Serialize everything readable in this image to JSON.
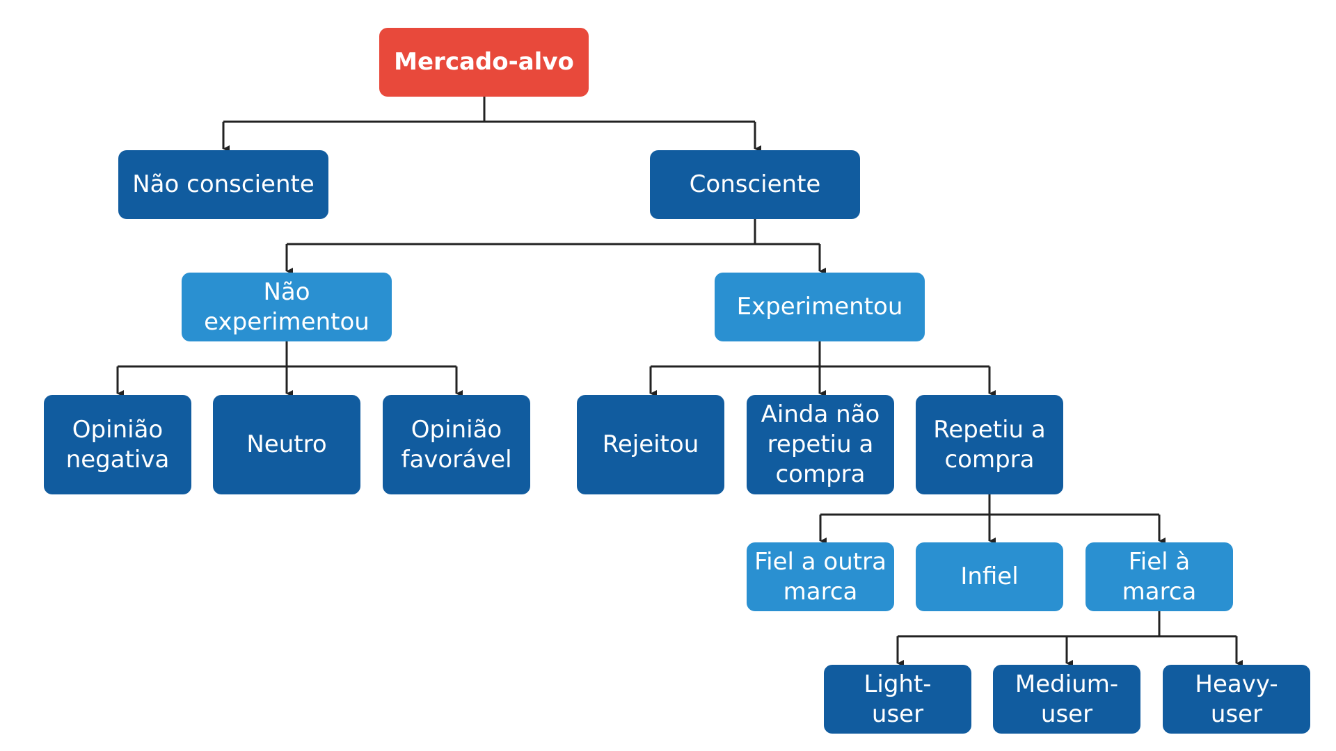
{
  "diagram": {
    "nodes": {
      "root": "Mercado-alvo",
      "nao_consciente": "Não consciente",
      "consciente": "Consciente",
      "nao_experimentou": [
        "Não",
        "experimentou"
      ],
      "experimentou": "Experimentou",
      "opiniao_negativa": [
        "Opinião",
        "negativa"
      ],
      "neutro": "Neutro",
      "opiniao_favoravel": [
        "Opinião",
        "favorável"
      ],
      "rejeitou": "Rejeitou",
      "ainda_nao_repetiu": [
        "Ainda não",
        "repetiu a",
        "compra"
      ],
      "repetiu_a_compra": [
        "Repetiu a",
        "compra"
      ],
      "fiel_a_outra_marca": [
        "Fiel a outra",
        "marca"
      ],
      "infiel": "Infiel",
      "fiel_a_marca": [
        "Fiel à",
        "marca"
      ],
      "light_user": [
        "Light-",
        "user"
      ],
      "medium_user": [
        "Medium-",
        "user"
      ],
      "heavy_user": [
        "Heavy-",
        "user"
      ]
    },
    "colors": {
      "root": "#e8493b",
      "dark": "#115c9f",
      "light": "#2a90d1",
      "connector": "#222222"
    }
  }
}
